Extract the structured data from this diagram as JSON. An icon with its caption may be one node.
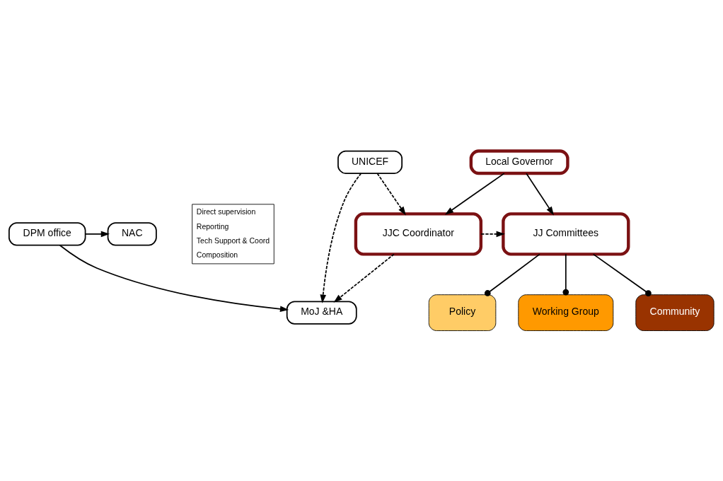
{
  "diagram": {
    "nodes": [
      {
        "text": [
          "DPM office"
        ]
      },
      {
        "text": [
          "NAC"
        ]
      },
      {
        "text": [
          "MoJ &HA"
        ]
      },
      {
        "text": [
          "UNICEF"
        ]
      },
      {
        "text": [
          "Local Governor"
        ]
      },
      {
        "text": [
          "JJC Coordinator"
        ]
      },
      {
        "text": [
          "JJ Committees"
        ]
      },
      {
        "text": [
          "Policy"
        ]
      },
      {
        "text": [
          "Working Group"
        ]
      },
      {
        "text": [
          "Community"
        ]
      }
    ],
    "edges": [
      {
        "from": 0,
        "to": 2,
        "arrow": "to"
      },
      {
        "from": 0,
        "to": 1,
        "arrow": "to"
      },
      {
        "from": 3,
        "to": 2,
        "arrow": "to",
        "style": "dashed"
      },
      {
        "from": 3,
        "to": 5,
        "arrow": "to",
        "style": "dashed"
      },
      {
        "from": 5,
        "to": 2,
        "arrow": "to",
        "style": "dashed"
      },
      {
        "from": 4,
        "to": 5,
        "arrow": "to"
      },
      {
        "from": 4,
        "to": 6,
        "arrow": "to"
      },
      {
        "from": 5,
        "to": 6,
        "arrow": "to",
        "style": "dashed"
      },
      {
        "from": 6,
        "to": 7,
        "arrow": "other"
      },
      {
        "from": 6,
        "to": 8,
        "arrow": "other"
      },
      {
        "from": 6,
        "to": 9,
        "arrow": "other"
      }
    ],
    "legend": [
      {
        "text": "Direct supervision"
      },
      {
        "text": "Reporting"
      },
      {
        "text": "Tech Support & Coord"
      },
      {
        "text": "Composition"
      }
    ]
  }
}
